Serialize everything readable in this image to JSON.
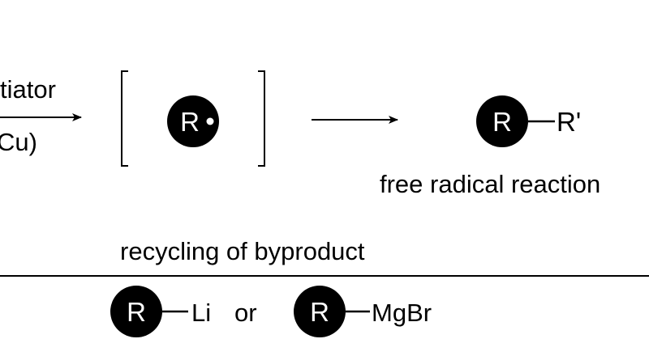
{
  "diagram": {
    "arrow1_label_top": "tiator",
    "arrow1_label_bottom": "Cu)",
    "radical_symbol": "R",
    "product_left": "R",
    "product_right": "R'",
    "product_caption": "free radical reaction",
    "recycling_title": "recycling of byproduct",
    "reagent1_group": "R",
    "reagent1_metal": "Li",
    "connector_word": "or",
    "reagent2_group": "R",
    "reagent2_metal": "MgBr"
  },
  "colors": {
    "ink": "#000000",
    "background": "#ffffff"
  }
}
